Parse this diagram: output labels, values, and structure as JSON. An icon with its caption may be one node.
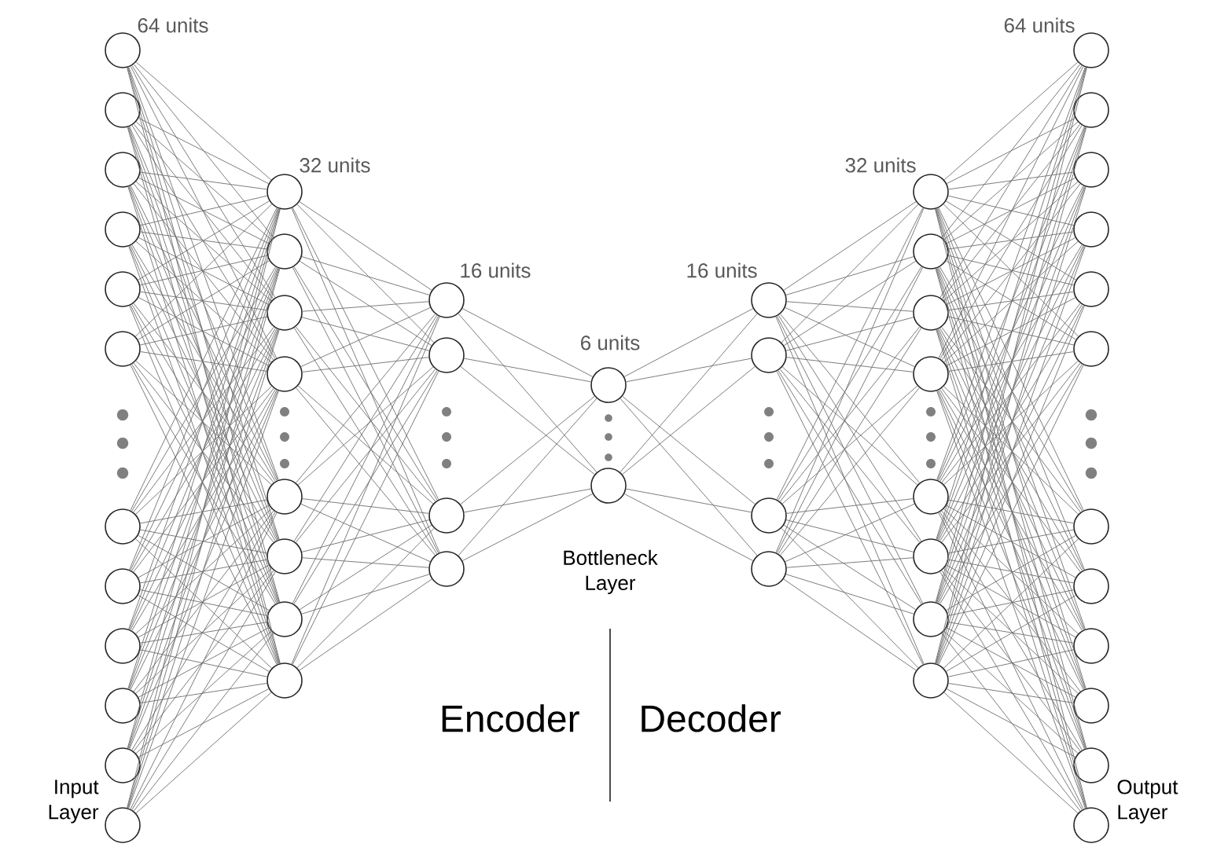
{
  "diagram": {
    "nodes": [
      {
        "text": [],
        "shape": "circle",
        "beside": [
          "64 units"
        ]
      },
      {
        "text": [],
        "shape": "circle"
      },
      {
        "text": [],
        "shape": "circle"
      },
      {
        "text": [],
        "shape": "circle"
      },
      {
        "text": [],
        "shape": "circle"
      },
      {
        "text": [],
        "shape": "circle"
      },
      {
        "text": [],
        "shape": "circle"
      },
      {
        "text": [],
        "shape": "circle"
      },
      {
        "text": [],
        "shape": "circle"
      },
      {
        "text": [],
        "shape": "circle"
      },
      {
        "text": [],
        "shape": "circle"
      },
      {
        "text": [],
        "shape": "circle",
        "beside": [
          "Input Layer"
        ]
      },
      {
        "text": [],
        "shape": "circle",
        "beside": [
          "32 units"
        ]
      },
      {
        "text": [],
        "shape": "circle"
      },
      {
        "text": [],
        "shape": "circle"
      },
      {
        "text": [],
        "shape": "circle"
      },
      {
        "text": [],
        "shape": "circle"
      },
      {
        "text": [],
        "shape": "circle"
      },
      {
        "text": [],
        "shape": "circle"
      },
      {
        "text": [],
        "shape": "circle"
      },
      {
        "text": [],
        "shape": "circle",
        "beside": [
          "16 units"
        ]
      },
      {
        "text": [],
        "shape": "circle"
      },
      {
        "text": [],
        "shape": "circle"
      },
      {
        "text": [],
        "shape": "circle"
      },
      {
        "text": [],
        "shape": "circle",
        "beside": [
          "6 units"
        ]
      },
      {
        "text": [],
        "shape": "circle",
        "beside": [
          "Bottleneck Layer"
        ]
      },
      {
        "text": [],
        "shape": "circle",
        "beside": [
          "16 units"
        ]
      },
      {
        "text": [],
        "shape": "circle"
      },
      {
        "text": [],
        "shape": "circle"
      },
      {
        "text": [],
        "shape": "circle"
      },
      {
        "text": [],
        "shape": "circle",
        "beside": [
          "32 units"
        ]
      },
      {
        "text": [],
        "shape": "circle"
      },
      {
        "text": [],
        "shape": "circle"
      },
      {
        "text": [],
        "shape": "circle"
      },
      {
        "text": [],
        "shape": "circle"
      },
      {
        "text": [],
        "shape": "circle"
      },
      {
        "text": [],
        "shape": "circle"
      },
      {
        "text": [],
        "shape": "circle"
      },
      {
        "text": [],
        "shape": "circle",
        "beside": [
          "64 units"
        ]
      },
      {
        "text": [],
        "shape": "circle"
      },
      {
        "text": [],
        "shape": "circle"
      },
      {
        "text": [],
        "shape": "circle"
      },
      {
        "text": [],
        "shape": "circle"
      },
      {
        "text": [],
        "shape": "circle"
      },
      {
        "text": [],
        "shape": "circle"
      },
      {
        "text": [],
        "shape": "circle"
      },
      {
        "text": [],
        "shape": "circle"
      },
      {
        "text": [],
        "shape": "circle"
      },
      {
        "text": [],
        "shape": "circle"
      },
      {
        "text": [],
        "shape": "circle",
        "beside": [
          "Output Layer"
        ]
      }
    ],
    "edges": [
      {
        "from": 0,
        "to": 12,
        "arrow": "none"
      },
      {
        "from": 0,
        "to": 13,
        "arrow": "none"
      },
      {
        "from": 0,
        "to": 14,
        "arrow": "none"
      },
      {
        "from": 0,
        "to": 15,
        "arrow": "none"
      },
      {
        "from": 0,
        "to": 16,
        "arrow": "none"
      },
      {
        "from": 0,
        "to": 17,
        "arrow": "none"
      },
      {
        "from": 0,
        "to": 18,
        "arrow": "none"
      },
      {
        "from": 0,
        "to": 19,
        "arrow": "none"
      },
      {
        "from": 1,
        "to": 12,
        "arrow": "none"
      },
      {
        "from": 1,
        "to": 13,
        "arrow": "none"
      },
      {
        "from": 1,
        "to": 14,
        "arrow": "none"
      },
      {
        "from": 1,
        "to": 15,
        "arrow": "none"
      },
      {
        "from": 1,
        "to": 16,
        "arrow": "none"
      },
      {
        "from": 1,
        "to": 17,
        "arrow": "none"
      },
      {
        "from": 1,
        "to": 18,
        "arrow": "none"
      },
      {
        "from": 1,
        "to": 19,
        "arrow": "none"
      },
      {
        "from": 2,
        "to": 12,
        "arrow": "none"
      },
      {
        "from": 2,
        "to": 13,
        "arrow": "none"
      },
      {
        "from": 2,
        "to": 14,
        "arrow": "none"
      },
      {
        "from": 2,
        "to": 15,
        "arrow": "none"
      },
      {
        "from": 2,
        "to": 16,
        "arrow": "none"
      },
      {
        "from": 2,
        "to": 17,
        "arrow": "none"
      },
      {
        "from": 2,
        "to": 18,
        "arrow": "none"
      },
      {
        "from": 2,
        "to": 19,
        "arrow": "none"
      },
      {
        "from": 3,
        "to": 12,
        "arrow": "none"
      },
      {
        "from": 3,
        "to": 13,
        "arrow": "none"
      },
      {
        "from": 3,
        "to": 14,
        "arrow": "none"
      },
      {
        "from": 3,
        "to": 15,
        "arrow": "none"
      },
      {
        "from": 3,
        "to": 16,
        "arrow": "none"
      },
      {
        "from": 3,
        "to": 17,
        "arrow": "none"
      },
      {
        "from": 3,
        "to": 18,
        "arrow": "none"
      },
      {
        "from": 3,
        "to": 19,
        "arrow": "none"
      },
      {
        "from": 4,
        "to": 12,
        "arrow": "none"
      },
      {
        "from": 4,
        "to": 13,
        "arrow": "none"
      },
      {
        "from": 4,
        "to": 14,
        "arrow": "none"
      },
      {
        "from": 4,
        "to": 15,
        "arrow": "none"
      },
      {
        "from": 4,
        "to": 16,
        "arrow": "none"
      },
      {
        "from": 4,
        "to": 17,
        "arrow": "none"
      },
      {
        "from": 4,
        "to": 18,
        "arrow": "none"
      },
      {
        "from": 4,
        "to": 19,
        "arrow": "none"
      },
      {
        "from": 5,
        "to": 12,
        "arrow": "none"
      },
      {
        "from": 5,
        "to": 13,
        "arrow": "none"
      },
      {
        "from": 5,
        "to": 14,
        "arrow": "none"
      },
      {
        "from": 5,
        "to": 15,
        "arrow": "none"
      },
      {
        "from": 5,
        "to": 16,
        "arrow": "none"
      },
      {
        "from": 5,
        "to": 17,
        "arrow": "none"
      },
      {
        "from": 5,
        "to": 18,
        "arrow": "none"
      },
      {
        "from": 5,
        "to": 19,
        "arrow": "none"
      },
      {
        "from": 6,
        "to": 12,
        "arrow": "none"
      },
      {
        "from": 6,
        "to": 13,
        "arrow": "none"
      },
      {
        "from": 6,
        "to": 14,
        "arrow": "none"
      },
      {
        "from": 6,
        "to": 15,
        "arrow": "none"
      },
      {
        "from": 6,
        "to": 16,
        "arrow": "none"
      },
      {
        "from": 6,
        "to": 17,
        "arrow": "none"
      },
      {
        "from": 6,
        "to": 18,
        "arrow": "none"
      },
      {
        "from": 6,
        "to": 19,
        "arrow": "none"
      },
      {
        "from": 7,
        "to": 12,
        "arrow": "none"
      },
      {
        "from": 7,
        "to": 13,
        "arrow": "none"
      },
      {
        "from": 7,
        "to": 14,
        "arrow": "none"
      },
      {
        "from": 7,
        "to": 15,
        "arrow": "none"
      },
      {
        "from": 7,
        "to": 16,
        "arrow": "none"
      },
      {
        "from": 7,
        "to": 17,
        "arrow": "none"
      },
      {
        "from": 7,
        "to": 18,
        "arrow": "none"
      },
      {
        "from": 7,
        "to": 19,
        "arrow": "none"
      },
      {
        "from": 8,
        "to": 12,
        "arrow": "none"
      },
      {
        "from": 8,
        "to": 13,
        "arrow": "none"
      },
      {
        "from": 8,
        "to": 14,
        "arrow": "none"
      },
      {
        "from": 8,
        "to": 15,
        "arrow": "none"
      },
      {
        "from": 8,
        "to": 16,
        "arrow": "none"
      },
      {
        "from": 8,
        "to": 17,
        "arrow": "none"
      },
      {
        "from": 8,
        "to": 18,
        "arrow": "none"
      },
      {
        "from": 8,
        "to": 19,
        "arrow": "none"
      },
      {
        "from": 9,
        "to": 12,
        "arrow": "none"
      },
      {
        "from": 9,
        "to": 13,
        "arrow": "none"
      },
      {
        "from": 9,
        "to": 14,
        "arrow": "none"
      },
      {
        "from": 9,
        "to": 15,
        "arrow": "none"
      },
      {
        "from": 9,
        "to": 16,
        "arrow": "none"
      },
      {
        "from": 9,
        "to": 17,
        "arrow": "none"
      },
      {
        "from": 9,
        "to": 18,
        "arrow": "none"
      },
      {
        "from": 9,
        "to": 19,
        "arrow": "none"
      },
      {
        "from": 10,
        "to": 12,
        "arrow": "none"
      },
      {
        "from": 10,
        "to": 13,
        "arrow": "none"
      },
      {
        "from": 10,
        "to": 14,
        "arrow": "none"
      },
      {
        "from": 10,
        "to": 15,
        "arrow": "none"
      },
      {
        "from": 10,
        "to": 16,
        "arrow": "none"
      },
      {
        "from": 10,
        "to": 17,
        "arrow": "none"
      },
      {
        "from": 10,
        "to": 18,
        "arrow": "none"
      },
      {
        "from": 10,
        "to": 19,
        "arrow": "none"
      },
      {
        "from": 11,
        "to": 12,
        "arrow": "none"
      },
      {
        "from": 11,
        "to": 13,
        "arrow": "none"
      },
      {
        "from": 11,
        "to": 14,
        "arrow": "none"
      },
      {
        "from": 11,
        "to": 15,
        "arrow": "none"
      },
      {
        "from": 11,
        "to": 16,
        "arrow": "none"
      },
      {
        "from": 11,
        "to": 17,
        "arrow": "none"
      },
      {
        "from": 11,
        "to": 18,
        "arrow": "none"
      },
      {
        "from": 11,
        "to": 19,
        "arrow": "none"
      },
      {
        "from": 12,
        "to": 20,
        "arrow": "none"
      },
      {
        "from": 12,
        "to": 21,
        "arrow": "none"
      },
      {
        "from": 12,
        "to": 22,
        "arrow": "none"
      },
      {
        "from": 12,
        "to": 23,
        "arrow": "none"
      },
      {
        "from": 13,
        "to": 20,
        "arrow": "none"
      },
      {
        "from": 13,
        "to": 21,
        "arrow": "none"
      },
      {
        "from": 13,
        "to": 22,
        "arrow": "none"
      },
      {
        "from": 13,
        "to": 23,
        "arrow": "none"
      },
      {
        "from": 14,
        "to": 20,
        "arrow": "none"
      },
      {
        "from": 14,
        "to": 21,
        "arrow": "none"
      },
      {
        "from": 14,
        "to": 22,
        "arrow": "none"
      },
      {
        "from": 14,
        "to": 23,
        "arrow": "none"
      },
      {
        "from": 15,
        "to": 20,
        "arrow": "none"
      },
      {
        "from": 15,
        "to": 21,
        "arrow": "none"
      },
      {
        "from": 15,
        "to": 22,
        "arrow": "none"
      },
      {
        "from": 15,
        "to": 23,
        "arrow": "none"
      },
      {
        "from": 16,
        "to": 20,
        "arrow": "none"
      },
      {
        "from": 16,
        "to": 21,
        "arrow": "none"
      },
      {
        "from": 16,
        "to": 22,
        "arrow": "none"
      },
      {
        "from": 16,
        "to": 23,
        "arrow": "none"
      },
      {
        "from": 17,
        "to": 20,
        "arrow": "none"
      },
      {
        "from": 17,
        "to": 21,
        "arrow": "none"
      },
      {
        "from": 17,
        "to": 22,
        "arrow": "none"
      },
      {
        "from": 17,
        "to": 23,
        "arrow": "none"
      },
      {
        "from": 18,
        "to": 20,
        "arrow": "none"
      },
      {
        "from": 18,
        "to": 21,
        "arrow": "none"
      },
      {
        "from": 18,
        "to": 22,
        "arrow": "none"
      },
      {
        "from": 18,
        "to": 23,
        "arrow": "none"
      },
      {
        "from": 19,
        "to": 20,
        "arrow": "none"
      },
      {
        "from": 19,
        "to": 21,
        "arrow": "none"
      },
      {
        "from": 19,
        "to": 22,
        "arrow": "none"
      },
      {
        "from": 19,
        "to": 23,
        "arrow": "none"
      },
      {
        "from": 20,
        "to": 24,
        "arrow": "none"
      },
      {
        "from": 20,
        "to": 25,
        "arrow": "none"
      },
      {
        "from": 21,
        "to": 24,
        "arrow": "none"
      },
      {
        "from": 21,
        "to": 25,
        "arrow": "none"
      },
      {
        "from": 22,
        "to": 24,
        "arrow": "none"
      },
      {
        "from": 22,
        "to": 25,
        "arrow": "none"
      },
      {
        "from": 23,
        "to": 24,
        "arrow": "none"
      },
      {
        "from": 23,
        "to": 25,
        "arrow": "none"
      },
      {
        "from": 24,
        "to": 26,
        "arrow": "none"
      },
      {
        "from": 24,
        "to": 27,
        "arrow": "none"
      },
      {
        "from": 24,
        "to": 28,
        "arrow": "none"
      },
      {
        "from": 24,
        "to": 29,
        "arrow": "none"
      },
      {
        "from": 25,
        "to": 26,
        "arrow": "none"
      },
      {
        "from": 25,
        "to": 27,
        "arrow": "none"
      },
      {
        "from": 25,
        "to": 28,
        "arrow": "none"
      },
      {
        "from": 25,
        "to": 29,
        "arrow": "none"
      },
      {
        "from": 26,
        "to": 30,
        "arrow": "none"
      },
      {
        "from": 26,
        "to": 31,
        "arrow": "none"
      },
      {
        "from": 26,
        "to": 32,
        "arrow": "none"
      },
      {
        "from": 26,
        "to": 33,
        "arrow": "none"
      },
      {
        "from": 26,
        "to": 34,
        "arrow": "none"
      },
      {
        "from": 26,
        "to": 35,
        "arrow": "none"
      },
      {
        "from": 26,
        "to": 36,
        "arrow": "none"
      },
      {
        "from": 26,
        "to": 37,
        "arrow": "none"
      },
      {
        "from": 27,
        "to": 30,
        "arrow": "none"
      },
      {
        "from": 27,
        "to": 31,
        "arrow": "none"
      },
      {
        "from": 27,
        "to": 32,
        "arrow": "none"
      },
      {
        "from": 27,
        "to": 33,
        "arrow": "none"
      },
      {
        "from": 27,
        "to": 34,
        "arrow": "none"
      },
      {
        "from": 27,
        "to": 35,
        "arrow": "none"
      },
      {
        "from": 27,
        "to": 36,
        "arrow": "none"
      },
      {
        "from": 27,
        "to": 37,
        "arrow": "none"
      },
      {
        "from": 28,
        "to": 30,
        "arrow": "none"
      },
      {
        "from": 28,
        "to": 31,
        "arrow": "none"
      },
      {
        "from": 28,
        "to": 32,
        "arrow": "none"
      },
      {
        "from": 28,
        "to": 33,
        "arrow": "none"
      },
      {
        "from": 28,
        "to": 34,
        "arrow": "none"
      },
      {
        "from": 28,
        "to": 35,
        "arrow": "none"
      },
      {
        "from": 28,
        "to": 36,
        "arrow": "none"
      },
      {
        "from": 28,
        "to": 37,
        "arrow": "none"
      },
      {
        "from": 29,
        "to": 30,
        "arrow": "none"
      },
      {
        "from": 29,
        "to": 31,
        "arrow": "none"
      },
      {
        "from": 29,
        "to": 32,
        "arrow": "none"
      },
      {
        "from": 29,
        "to": 33,
        "arrow": "none"
      },
      {
        "from": 29,
        "to": 34,
        "arrow": "none"
      },
      {
        "from": 29,
        "to": 35,
        "arrow": "none"
      },
      {
        "from": 29,
        "to": 36,
        "arrow": "none"
      },
      {
        "from": 29,
        "to": 37,
        "arrow": "none"
      },
      {
        "from": 30,
        "to": 38,
        "arrow": "none"
      },
      {
        "from": 30,
        "to": 39,
        "arrow": "none"
      },
      {
        "from": 30,
        "to": 40,
        "arrow": "none"
      },
      {
        "from": 30,
        "to": 41,
        "arrow": "none"
      },
      {
        "from": 30,
        "to": 42,
        "arrow": "none"
      },
      {
        "from": 30,
        "to": 43,
        "arrow": "none"
      },
      {
        "from": 30,
        "to": 44,
        "arrow": "none"
      },
      {
        "from": 30,
        "to": 45,
        "arrow": "none"
      },
      {
        "from": 30,
        "to": 46,
        "arrow": "none"
      },
      {
        "from": 30,
        "to": 47,
        "arrow": "none"
      },
      {
        "from": 30,
        "to": 48,
        "arrow": "none"
      },
      {
        "from": 30,
        "to": 49,
        "arrow": "none"
      },
      {
        "from": 31,
        "to": 38,
        "arrow": "none"
      },
      {
        "from": 31,
        "to": 39,
        "arrow": "none"
      },
      {
        "from": 31,
        "to": 40,
        "arrow": "none"
      },
      {
        "from": 31,
        "to": 41,
        "arrow": "none"
      },
      {
        "from": 31,
        "to": 42,
        "arrow": "none"
      },
      {
        "from": 31,
        "to": 43,
        "arrow": "none"
      },
      {
        "from": 31,
        "to": 44,
        "arrow": "none"
      },
      {
        "from": 31,
        "to": 45,
        "arrow": "none"
      },
      {
        "from": 31,
        "to": 46,
        "arrow": "none"
      },
      {
        "from": 31,
        "to": 47,
        "arrow": "none"
      },
      {
        "from": 31,
        "to": 48,
        "arrow": "none"
      },
      {
        "from": 31,
        "to": 49,
        "arrow": "none"
      },
      {
        "from": 32,
        "to": 38,
        "arrow": "none"
      },
      {
        "from": 32,
        "to": 39,
        "arrow": "none"
      },
      {
        "from": 32,
        "to": 40,
        "arrow": "none"
      },
      {
        "from": 32,
        "to": 41,
        "arrow": "none"
      },
      {
        "from": 32,
        "to": 42,
        "arrow": "none"
      },
      {
        "from": 32,
        "to": 43,
        "arrow": "none"
      },
      {
        "from": 32,
        "to": 44,
        "arrow": "none"
      },
      {
        "from": 32,
        "to": 45,
        "arrow": "none"
      },
      {
        "from": 32,
        "to": 46,
        "arrow": "none"
      },
      {
        "from": 32,
        "to": 47,
        "arrow": "none"
      },
      {
        "from": 32,
        "to": 48,
        "arrow": "none"
      },
      {
        "from": 32,
        "to": 49,
        "arrow": "none"
      },
      {
        "from": 33,
        "to": 38,
        "arrow": "none"
      },
      {
        "from": 33,
        "to": 39,
        "arrow": "none"
      },
      {
        "from": 33,
        "to": 40,
        "arrow": "none"
      },
      {
        "from": 33,
        "to": 41,
        "arrow": "none"
      },
      {
        "from": 33,
        "to": 42,
        "arrow": "none"
      },
      {
        "from": 33,
        "to": 43,
        "arrow": "none"
      },
      {
        "from": 33,
        "to": 44,
        "arrow": "none"
      },
      {
        "from": 33,
        "to": 45,
        "arrow": "none"
      },
      {
        "from": 33,
        "to": 46,
        "arrow": "none"
      },
      {
        "from": 33,
        "to": 47,
        "arrow": "none"
      },
      {
        "from": 33,
        "to": 48,
        "arrow": "none"
      },
      {
        "from": 33,
        "to": 49,
        "arrow": "none"
      },
      {
        "from": 34,
        "to": 38,
        "arrow": "none"
      },
      {
        "from": 34,
        "to": 39,
        "arrow": "none"
      },
      {
        "from": 34,
        "to": 40,
        "arrow": "none"
      },
      {
        "from": 34,
        "to": 41,
        "arrow": "none"
      },
      {
        "from": 34,
        "to": 42,
        "arrow": "none"
      },
      {
        "from": 34,
        "to": 43,
        "arrow": "none"
      },
      {
        "from": 34,
        "to": 44,
        "arrow": "none"
      },
      {
        "from": 34,
        "to": 45,
        "arrow": "none"
      },
      {
        "from": 34,
        "to": 46,
        "arrow": "none"
      },
      {
        "from": 34,
        "to": 47,
        "arrow": "none"
      },
      {
        "from": 34,
        "to": 48,
        "arrow": "none"
      },
      {
        "from": 34,
        "to": 49,
        "arrow": "none"
      },
      {
        "from": 35,
        "to": 38,
        "arrow": "none"
      },
      {
        "from": 35,
        "to": 39,
        "arrow": "none"
      },
      {
        "from": 35,
        "to": 40,
        "arrow": "none"
      },
      {
        "from": 35,
        "to": 41,
        "arrow": "none"
      },
      {
        "from": 35,
        "to": 42,
        "arrow": "none"
      },
      {
        "from": 35,
        "to": 43,
        "arrow": "none"
      },
      {
        "from": 35,
        "to": 44,
        "arrow": "none"
      },
      {
        "from": 35,
        "to": 45,
        "arrow": "none"
      },
      {
        "from": 35,
        "to": 46,
        "arrow": "none"
      },
      {
        "from": 35,
        "to": 47,
        "arrow": "none"
      },
      {
        "from": 35,
        "to": 48,
        "arrow": "none"
      },
      {
        "from": 35,
        "to": 49,
        "arrow": "none"
      },
      {
        "from": 36,
        "to": 38,
        "arrow": "none"
      },
      {
        "from": 36,
        "to": 39,
        "arrow": "none"
      },
      {
        "from": 36,
        "to": 40,
        "arrow": "none"
      },
      {
        "from": 36,
        "to": 41,
        "arrow": "none"
      },
      {
        "from": 36,
        "to": 42,
        "arrow": "none"
      },
      {
        "from": 36,
        "to": 43,
        "arrow": "none"
      },
      {
        "from": 36,
        "to": 44,
        "arrow": "none"
      },
      {
        "from": 36,
        "to": 45,
        "arrow": "none"
      },
      {
        "from": 36,
        "to": 46,
        "arrow": "none"
      },
      {
        "from": 36,
        "to": 47,
        "arrow": "none"
      },
      {
        "from": 36,
        "to": 48,
        "arrow": "none"
      },
      {
        "from": 36,
        "to": 49,
        "arrow": "none"
      },
      {
        "from": 37,
        "to": 38,
        "arrow": "none"
      },
      {
        "from": 37,
        "to": 39,
        "arrow": "none"
      },
      {
        "from": 37,
        "to": 40,
        "arrow": "none"
      },
      {
        "from": 37,
        "to": 41,
        "arrow": "none"
      },
      {
        "from": 37,
        "to": 42,
        "arrow": "none"
      },
      {
        "from": 37,
        "to": 43,
        "arrow": "none"
      },
      {
        "from": 37,
        "to": 44,
        "arrow": "none"
      },
      {
        "from": 37,
        "to": 45,
        "arrow": "none"
      },
      {
        "from": 37,
        "to": 46,
        "arrow": "none"
      },
      {
        "from": 37,
        "to": 47,
        "arrow": "none"
      },
      {
        "from": 37,
        "to": 48,
        "arrow": "none"
      },
      {
        "from": 37,
        "to": 49,
        "arrow": "none"
      }
    ],
    "labels": [
      "Encoder",
      "Decoder"
    ]
  }
}
